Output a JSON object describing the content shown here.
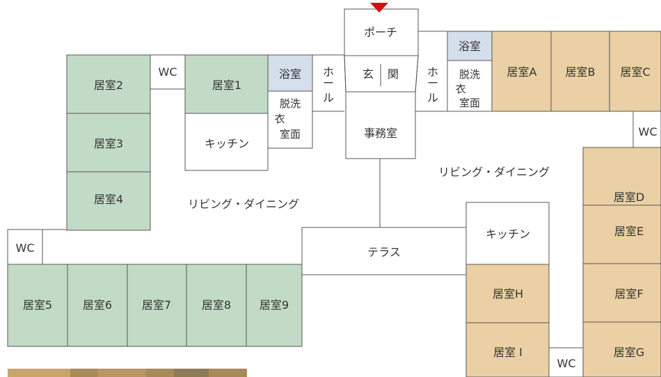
{
  "rooms": {
    "r1": "居室1",
    "r2": "居室2",
    "r3": "居室3",
    "r4": "居室4",
    "r5": "居室5",
    "r6": "居室6",
    "r7": "居室7",
    "r8": "居室8",
    "r9": "居室9",
    "ra": "居室A",
    "rb": "居室B",
    "rc": "居室C",
    "rd": "居室D",
    "re": "居室E",
    "rf": "居室F",
    "rg": "居室G",
    "rh": "居室H",
    "ri": "居室 I"
  },
  "facilities": {
    "wc": "WC",
    "porch": "ポーチ",
    "entrance_1": "玄",
    "entrance_2": "関",
    "hall_1": "ホ",
    "hall_2": "ー",
    "hall_3": "ル",
    "bath": "浴室",
    "washroom_1": "脱洗",
    "washroom_2": "衣",
    "washroom_3": "室面",
    "kitchen": "キッチン",
    "office": "事務室",
    "terrace": "テラス",
    "living_dining": "リビング・ダイニング"
  },
  "colors": {
    "west_unit": "#c2dbc6",
    "east_unit": "#ead0a4",
    "bath": "#d5dfeb",
    "entrance_marker": "#d40f0f"
  }
}
